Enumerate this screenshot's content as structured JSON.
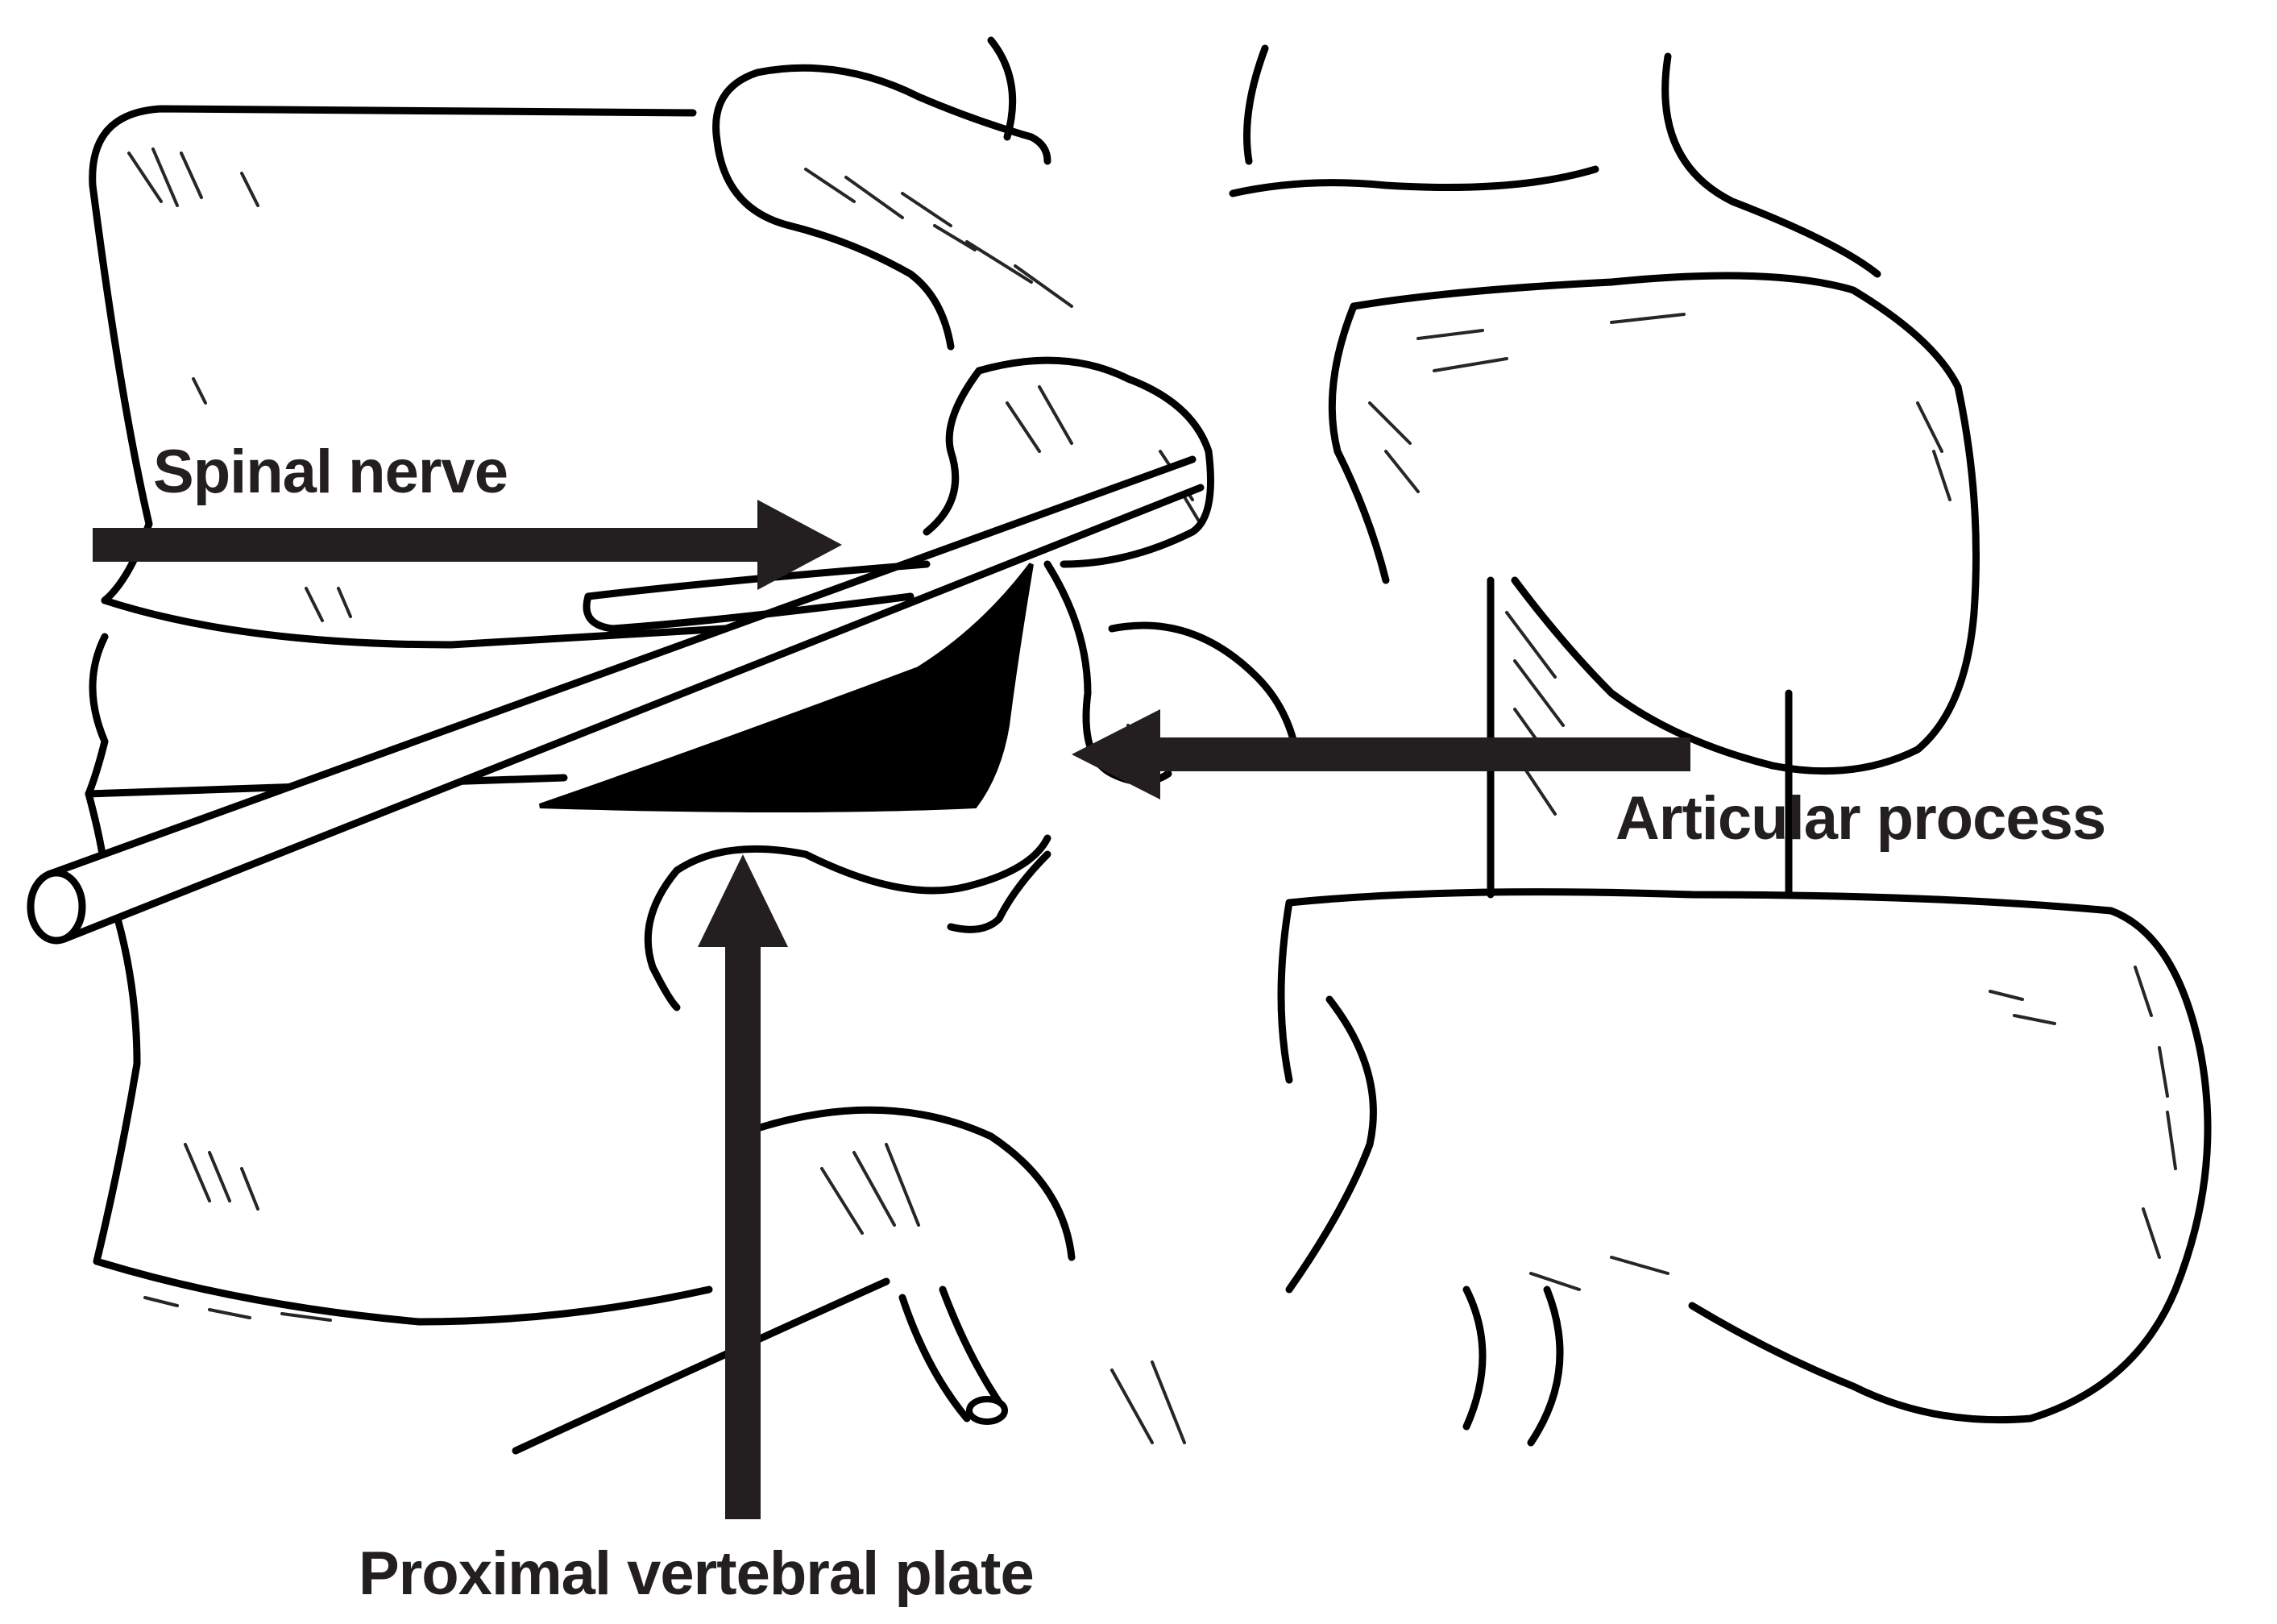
{
  "labels": {
    "spinal_nerve": "Spinal nerve",
    "articular_process": "Articular process",
    "proximal_vertebral_plate": "Proximal vertebral plate"
  },
  "colors": {
    "arrow": "#231f20",
    "line": "#000000",
    "background": "#ffffff"
  }
}
